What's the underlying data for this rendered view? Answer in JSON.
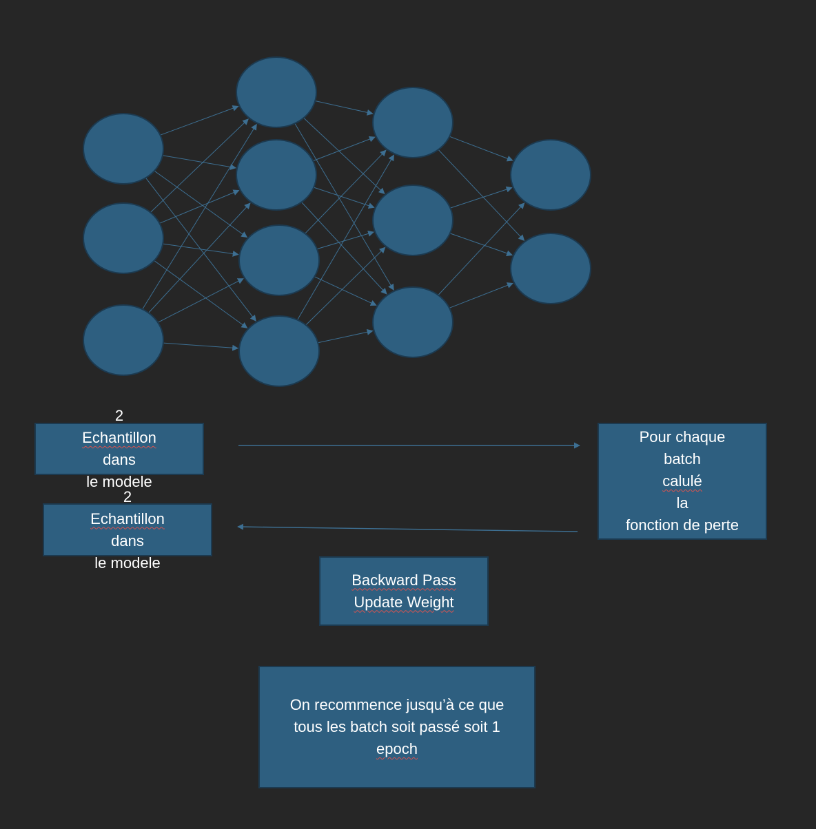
{
  "colors": {
    "background": "#262626",
    "node_fill": "#2e5f80",
    "node_stroke": "#1c3a50",
    "edge": "#3d6f92",
    "text": "#ffffff",
    "spellcheck": "#d9534f"
  },
  "network": {
    "layers": [
      3,
      4,
      3,
      2
    ]
  },
  "boxes": {
    "forward": {
      "line1": "2 Echantillon dans",
      "line2": "le modele"
    },
    "return": {
      "line1": "2 Echantillon dans",
      "line2": "le modele"
    },
    "loss": {
      "line1": "Pour chaque",
      "line2": "batch calulé la",
      "line3": "fonction de perte"
    },
    "backward": {
      "line1": "Backward Pass",
      "line2": "Update Weight"
    },
    "epoch": {
      "line1": "On recommence jusqu’à ce que",
      "line2": "tous les batch soit passé soit 1",
      "line3": "epoch"
    }
  }
}
